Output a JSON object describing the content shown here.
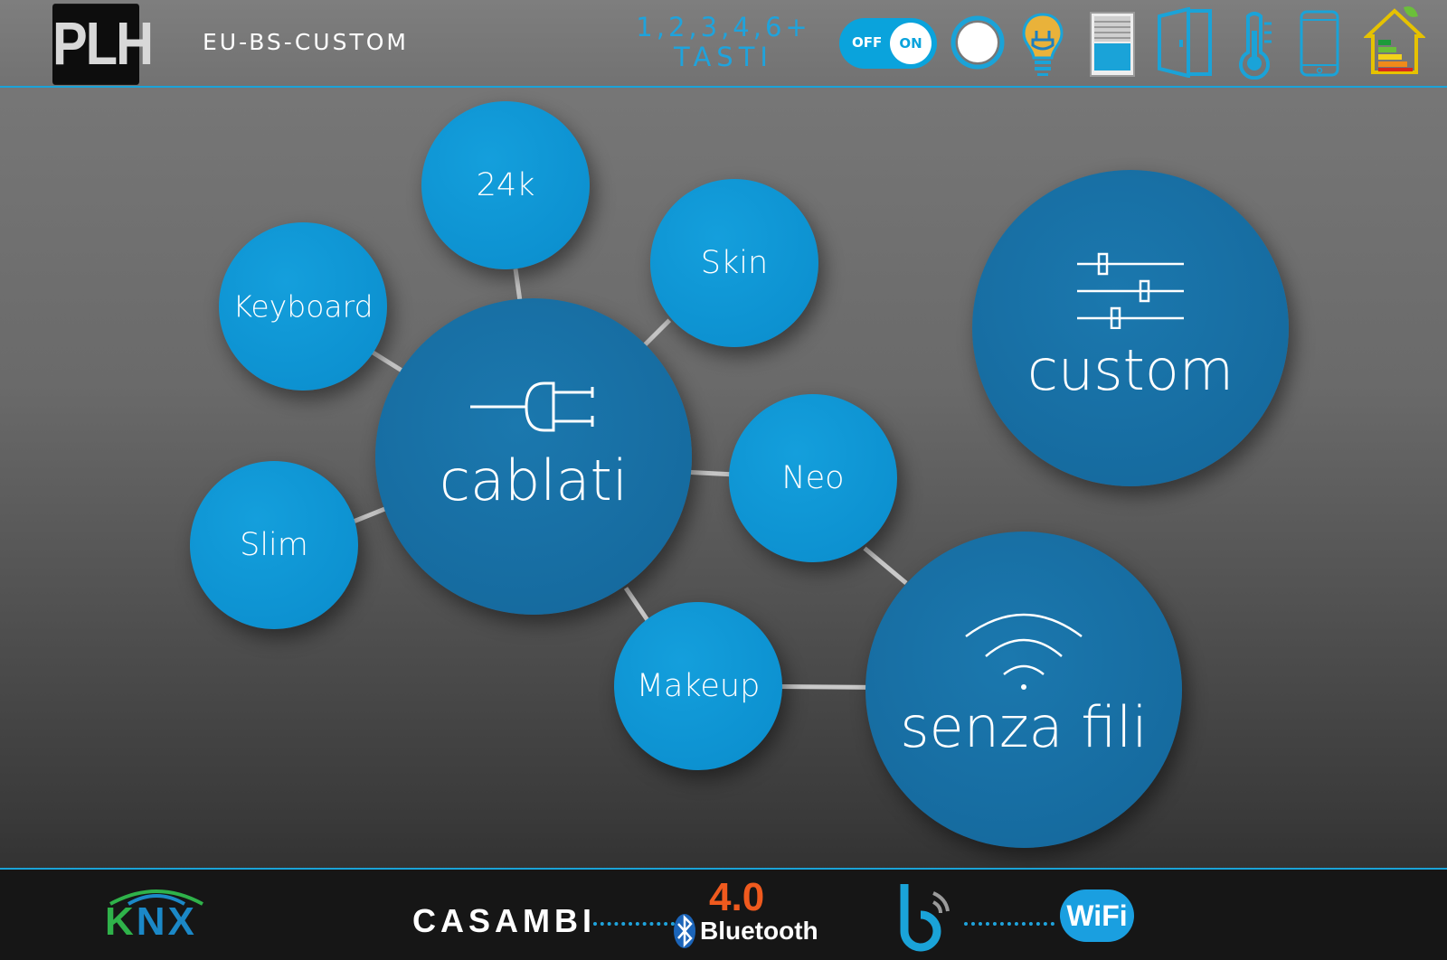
{
  "header": {
    "logo_text": "PLH",
    "model": "EU-BS-CUSTOM",
    "tasti_line1": "1,2,3,4,6+",
    "tasti_line2": "TASTI",
    "toggle_off": "OFF",
    "toggle_on": "ON",
    "icons": [
      "dimmer-icon",
      "bulb-plug-icon",
      "blind-icon",
      "door-icon",
      "thermometer-icon",
      "smartphone-icon",
      "energy-house-icon"
    ]
  },
  "bubbles": {
    "k24": "24k",
    "skin": "Skin",
    "keyboard": "Keyboard",
    "slim": "Slim",
    "neo": "Neo",
    "makeup": "Makeup",
    "cablati": "cablati",
    "custom": "custom",
    "senza_fili": "senza fili"
  },
  "footer": {
    "knx_k": "K",
    "knx_nx": "NX",
    "casambi": "CASAMBI",
    "bt_version": "4.0",
    "bluetooth": "Bluetooth",
    "wifi": "WiFi"
  },
  "colors": {
    "accent": "#1aa3d8",
    "bubble_small": "#0a9ad8",
    "bubble_big": "#17709f"
  }
}
